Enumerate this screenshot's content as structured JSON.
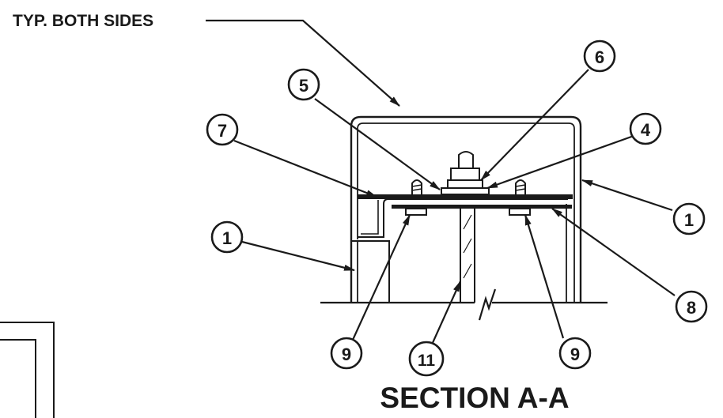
{
  "note": "TYP. BOTH SIDES",
  "section_title": "SECTION A-A",
  "callouts": [
    {
      "id": "callout-5",
      "label": "5"
    },
    {
      "id": "callout-6",
      "label": "6"
    },
    {
      "id": "callout-7",
      "label": "7"
    },
    {
      "id": "callout-4",
      "label": "4"
    },
    {
      "id": "callout-1-left",
      "label": "1"
    },
    {
      "id": "callout-1-right",
      "label": "1"
    },
    {
      "id": "callout-8",
      "label": "8"
    },
    {
      "id": "callout-9-left",
      "label": "9"
    },
    {
      "id": "callout-11",
      "label": "11"
    },
    {
      "id": "callout-9-right",
      "label": "9"
    }
  ],
  "colors": {
    "ink": "#1a1a1a",
    "paper": "#ffffff"
  }
}
